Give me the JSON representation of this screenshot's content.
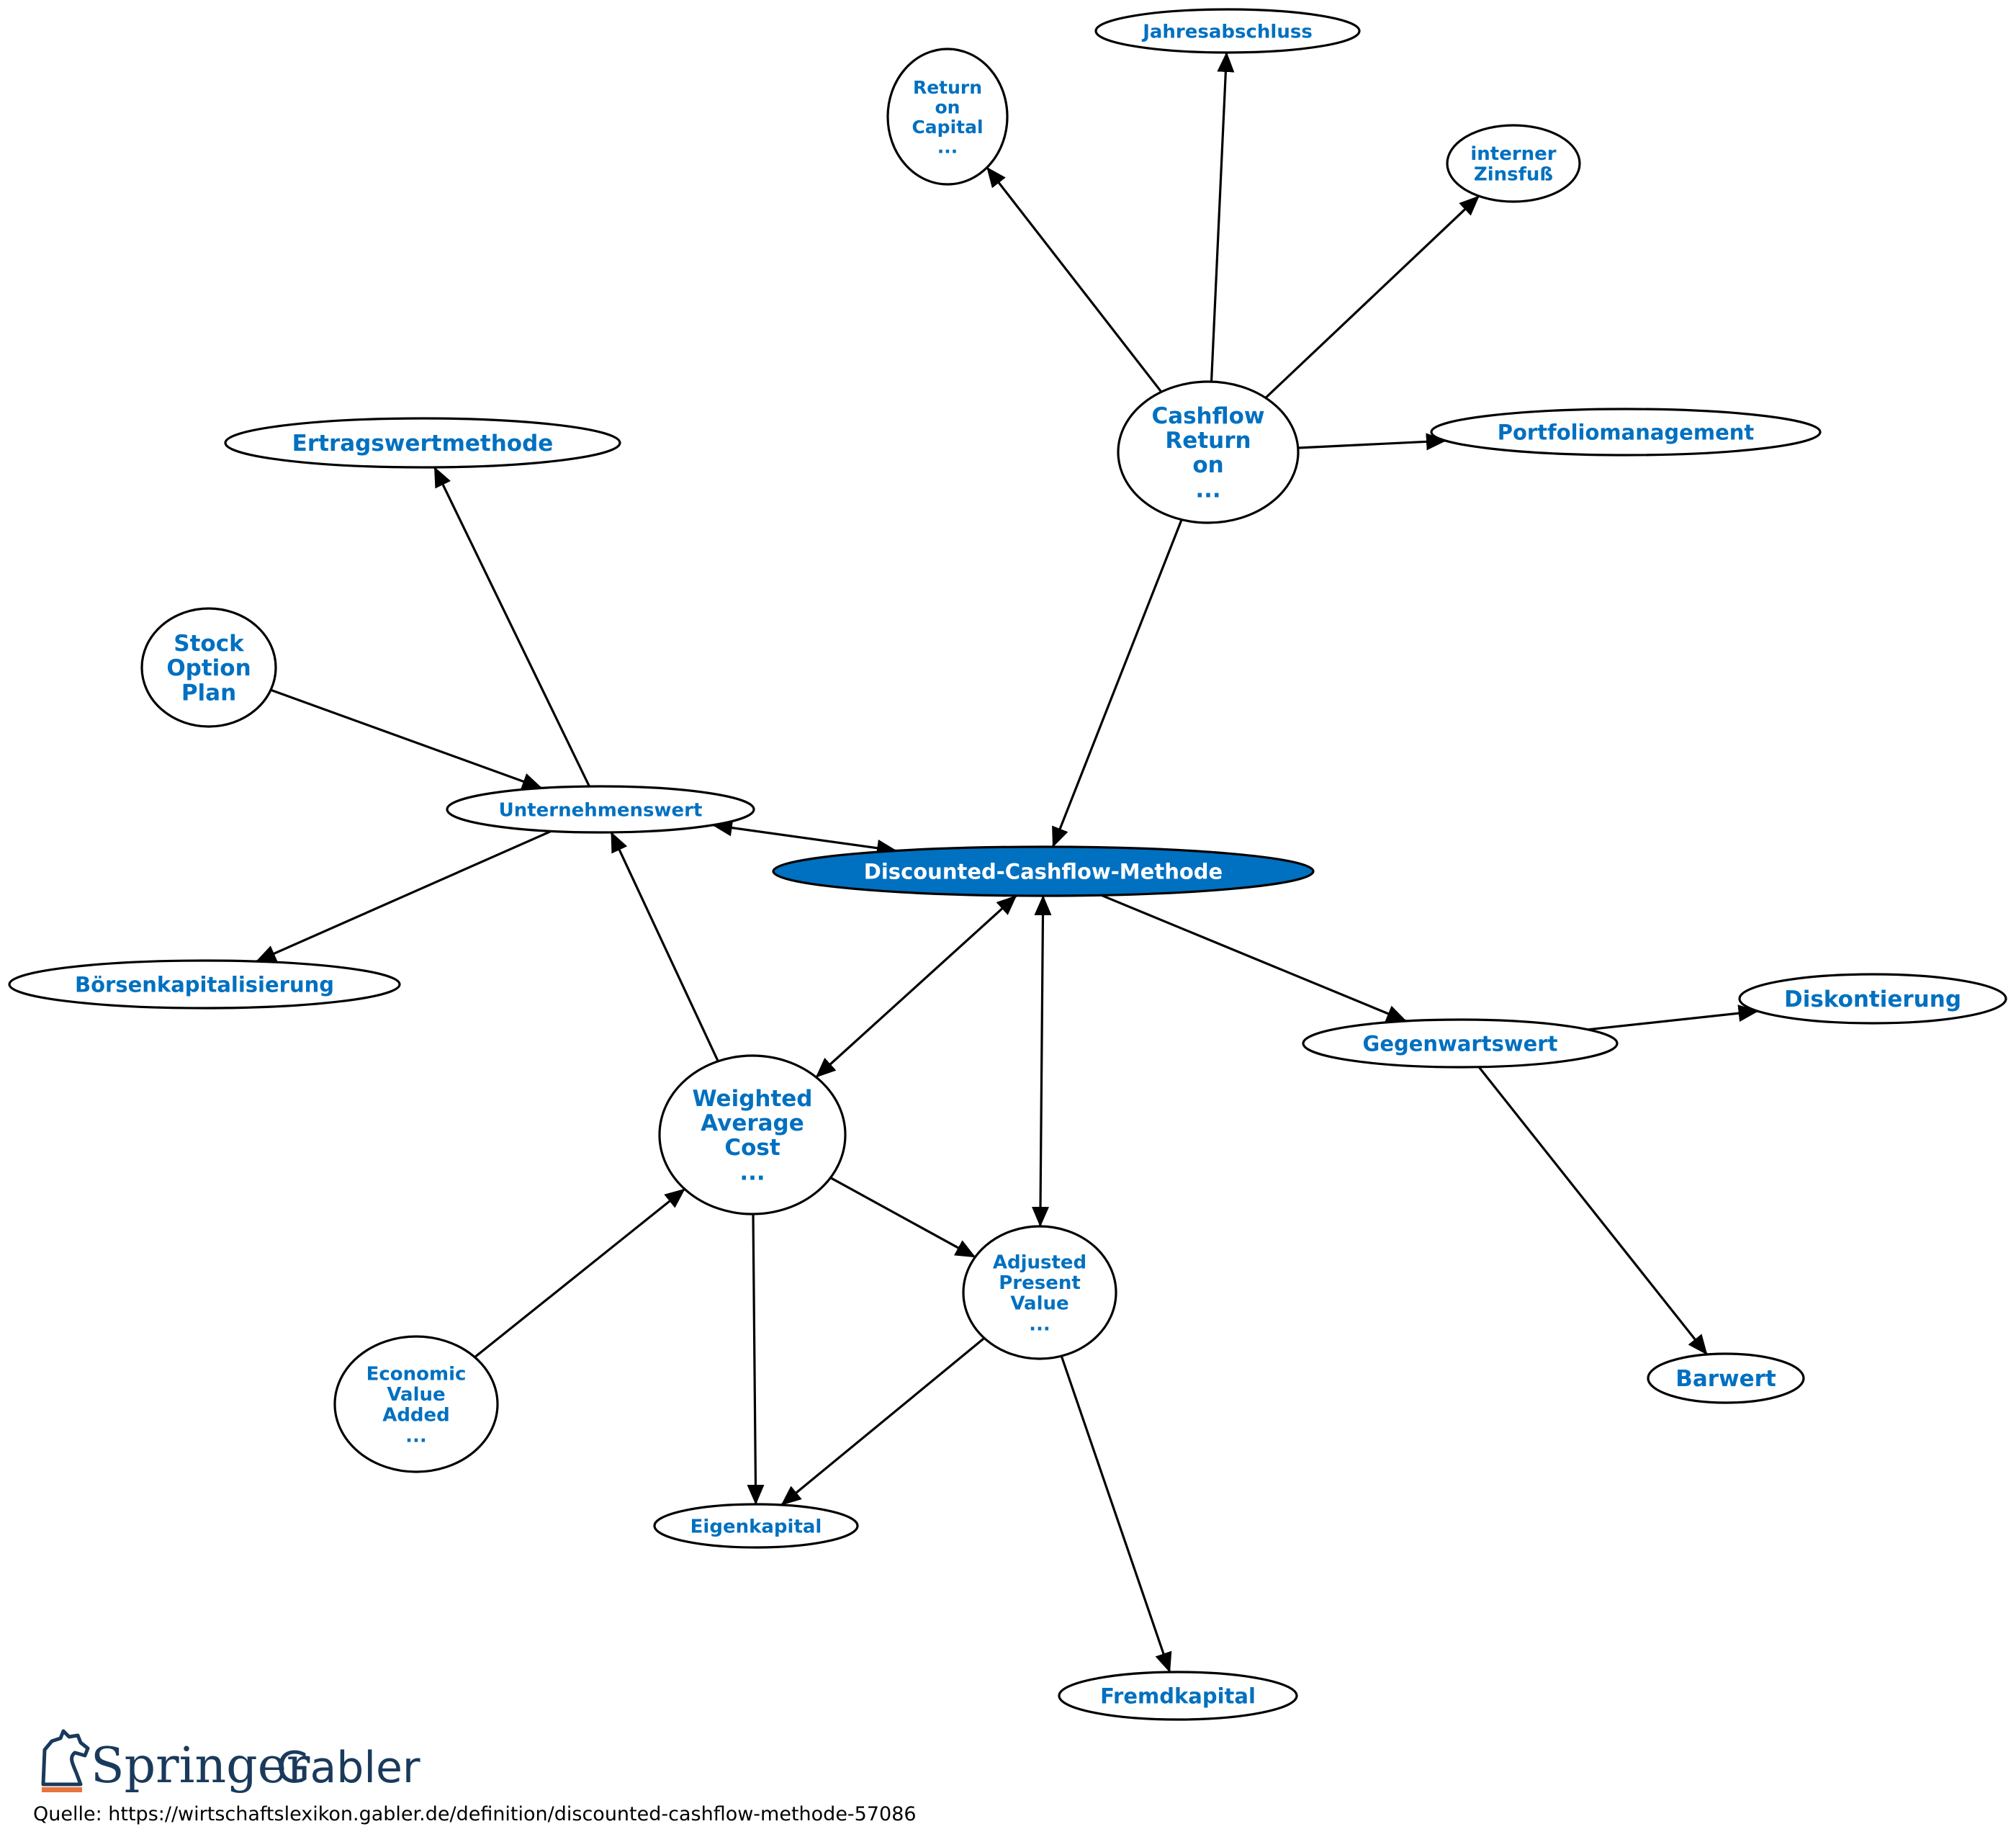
{
  "colors": {
    "node_text": "#0070c0",
    "main_fill": "#0070c0",
    "main_text": "#ffffff",
    "edge": "#000000",
    "logo": "#1a3a5c",
    "logo_accent": "#e8743b"
  },
  "nodes": [
    {
      "id": "dcf",
      "lines": [
        "Discounted-Cashflow-Methode"
      ],
      "main": true
    },
    {
      "id": "cfroi",
      "lines": [
        "Cashflow",
        "Return",
        "on",
        "..."
      ]
    },
    {
      "id": "roc",
      "lines": [
        "Return",
        "on",
        "Capital",
        "..."
      ]
    },
    {
      "id": "jahres",
      "lines": [
        "Jahresabschluss"
      ]
    },
    {
      "id": "izf",
      "lines": [
        "interner",
        "Zinsfuß"
      ]
    },
    {
      "id": "portfolio",
      "lines": [
        "Portfoliomanagement"
      ]
    },
    {
      "id": "ertrag",
      "lines": [
        "Ertragswertmethode"
      ]
    },
    {
      "id": "stock",
      "lines": [
        "Stock",
        "Option",
        "Plan"
      ]
    },
    {
      "id": "uw",
      "lines": [
        "Unternehmenswert"
      ]
    },
    {
      "id": "boerse",
      "lines": [
        "Börsenkapitalisierung"
      ]
    },
    {
      "id": "wacc",
      "lines": [
        "Weighted",
        "Average",
        "Cost",
        "..."
      ]
    },
    {
      "id": "apv",
      "lines": [
        "Adjusted",
        "Present",
        "Value",
        "..."
      ]
    },
    {
      "id": "eva",
      "lines": [
        "Economic",
        "Value",
        "Added",
        "..."
      ]
    },
    {
      "id": "eigen",
      "lines": [
        "Eigenkapital"
      ]
    },
    {
      "id": "fremd",
      "lines": [
        "Fremdkapital"
      ]
    },
    {
      "id": "gegen",
      "lines": [
        "Gegenwartswert"
      ]
    },
    {
      "id": "diskont",
      "lines": [
        "Diskontierung"
      ]
    },
    {
      "id": "barwert",
      "lines": [
        "Barwert"
      ]
    }
  ],
  "edges": [
    {
      "from": "cfroi",
      "to": "roc"
    },
    {
      "from": "cfroi",
      "to": "jahres"
    },
    {
      "from": "cfroi",
      "to": "izf"
    },
    {
      "from": "cfroi",
      "to": "portfolio"
    },
    {
      "from": "cfroi",
      "to": "dcf"
    },
    {
      "from": "uw",
      "to": "ertrag"
    },
    {
      "from": "stock",
      "to": "uw"
    },
    {
      "from": "uw",
      "to": "dcf",
      "both": true
    },
    {
      "from": "uw",
      "to": "boerse"
    },
    {
      "from": "wacc",
      "to": "uw"
    },
    {
      "from": "dcf",
      "to": "wacc",
      "both": true
    },
    {
      "from": "dcf",
      "to": "apv",
      "both": true
    },
    {
      "from": "dcf",
      "to": "gegen"
    },
    {
      "from": "gegen",
      "to": "diskont"
    },
    {
      "from": "gegen",
      "to": "barwert"
    },
    {
      "from": "wacc",
      "to": "apv"
    },
    {
      "from": "wacc",
      "to": "eigen"
    },
    {
      "from": "eva",
      "to": "wacc"
    },
    {
      "from": "apv",
      "to": "eigen"
    },
    {
      "from": "apv",
      "to": "fremd"
    }
  ],
  "logo": {
    "brand": "Springer",
    "sub": "Gabler"
  },
  "source": "Quelle: https://wirtschaftslexikon.gabler.de/definition/discounted-cashflow-methode-57086"
}
